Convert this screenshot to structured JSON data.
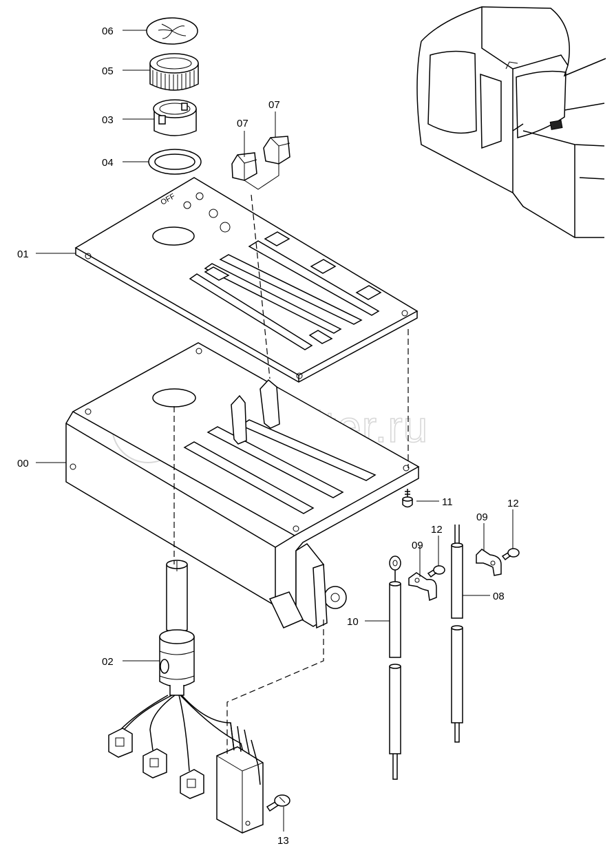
{
  "watermark": "autopiter.ru",
  "parts": [
    {
      "id": "part-06",
      "label": "06"
    },
    {
      "id": "part-05",
      "label": "05"
    },
    {
      "id": "part-03",
      "label": "03"
    },
    {
      "id": "part-04",
      "label": "04"
    },
    {
      "id": "part-07a",
      "label": "07"
    },
    {
      "id": "part-07b",
      "label": "07"
    },
    {
      "id": "part-01",
      "label": "01"
    },
    {
      "id": "part-00",
      "label": "00"
    },
    {
      "id": "part-11",
      "label": "11"
    },
    {
      "id": "part-12a",
      "label": "12"
    },
    {
      "id": "part-09a",
      "label": "09"
    },
    {
      "id": "part-12b",
      "label": "12"
    },
    {
      "id": "part-09b",
      "label": "09"
    },
    {
      "id": "part-08",
      "label": "08"
    },
    {
      "id": "part-10",
      "label": "10"
    },
    {
      "id": "part-02",
      "label": "02"
    },
    {
      "id": "part-13",
      "label": "13"
    }
  ],
  "panel_text": "OFF"
}
